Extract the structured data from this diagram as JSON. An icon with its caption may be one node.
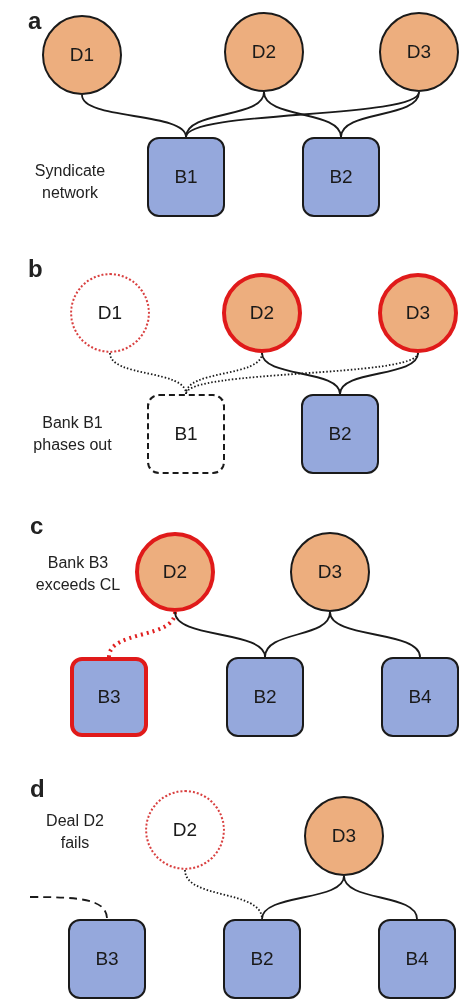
{
  "diagram": {
    "nodes": [
      {
        "text": [
          "D1"
        ]
      },
      {
        "text": [
          "D2"
        ]
      },
      {
        "text": [
          "D3"
        ]
      },
      {
        "text": [
          "B1"
        ]
      },
      {
        "text": [
          "B2"
        ]
      },
      {
        "text": [
          "D1"
        ]
      },
      {
        "text": [
          "D2"
        ]
      },
      {
        "text": [
          "D3"
        ]
      },
      {
        "text": [
          "B1"
        ]
      },
      {
        "text": [
          "B2"
        ]
      },
      {
        "text": [
          "D2"
        ]
      },
      {
        "text": [
          "D3"
        ]
      },
      {
        "text": [
          "B3"
        ]
      },
      {
        "text": [
          "B2"
        ]
      },
      {
        "text": [
          "B4"
        ]
      },
      {
        "text": [
          "D2"
        ]
      },
      {
        "text": [
          "D3"
        ]
      },
      {
        "text": [
          "B3"
        ]
      },
      {
        "text": [
          "B2"
        ]
      },
      {
        "text": [
          "B4"
        ]
      }
    ],
    "edges": [
      {
        "from": 0,
        "to": 3,
        "arrow": "none"
      },
      {
        "from": 1,
        "to": 3,
        "arrow": "none"
      },
      {
        "from": 1,
        "to": 4,
        "arrow": "none"
      },
      {
        "from": 2,
        "to": 3,
        "arrow": "none"
      },
      {
        "from": 2,
        "to": 4,
        "arrow": "none"
      },
      {
        "from": 5,
        "to": 8,
        "arrow": "none",
        "style": "dashed"
      },
      {
        "from": 6,
        "to": 8,
        "arrow": "none",
        "style": "dashed"
      },
      {
        "from": 6,
        "to": 9,
        "arrow": "none"
      },
      {
        "from": 7,
        "to": 8,
        "arrow": "none",
        "style": "dashed"
      },
      {
        "from": 7,
        "to": 9,
        "arrow": "none"
      },
      {
        "from": 10,
        "to": 12,
        "arrow": "none",
        "style": "dashed",
        "color": "#e02020"
      },
      {
        "from": 10,
        "to": 13,
        "arrow": "none"
      },
      {
        "from": 11,
        "to": 13,
        "arrow": "none"
      },
      {
        "from": 11,
        "to": 14,
        "arrow": "none"
      },
      {
        "from": 15,
        "to": 18,
        "arrow": "none",
        "style": "dashed"
      },
      {
        "from": 16,
        "to": 18,
        "arrow": "none"
      },
      {
        "from": 16,
        "to": 19,
        "arrow": "none"
      },
      {
        "from": null,
        "to": 17,
        "arrow": "none",
        "style": "dashed"
      }
    ],
    "labels": [
      "a",
      "Syndicate network",
      "b",
      "Bank B1 phases out",
      "c",
      "Bank B3 exceeds CL",
      "d",
      "Deal D2 fails"
    ]
  }
}
